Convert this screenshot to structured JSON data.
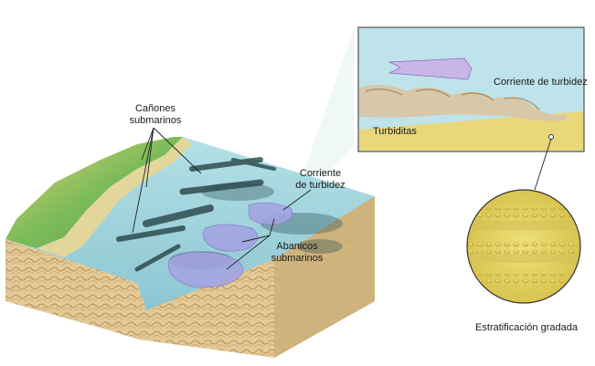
{
  "labels": {
    "canyons": [
      "Cañones",
      "submarinos"
    ],
    "current_main": [
      "Corriente",
      "de turbidez"
    ],
    "fans": [
      "Abanicos",
      "submarinos"
    ],
    "inset_current": "Corriente de turbidez",
    "turbidites": "Turbiditas",
    "graded_bedding": "Estratificación gradada"
  },
  "colors": {
    "sea": "#9fd3dc",
    "sea_deep": "#7fbfcc",
    "land_green": "#7cb85a",
    "land_yellow": "#d9d26a",
    "sediment": "#e6d49a",
    "fan": "#a9a4e0",
    "turbidite_yellow": "#e9d66b",
    "arrow_fill": "#c9b5e6"
  }
}
